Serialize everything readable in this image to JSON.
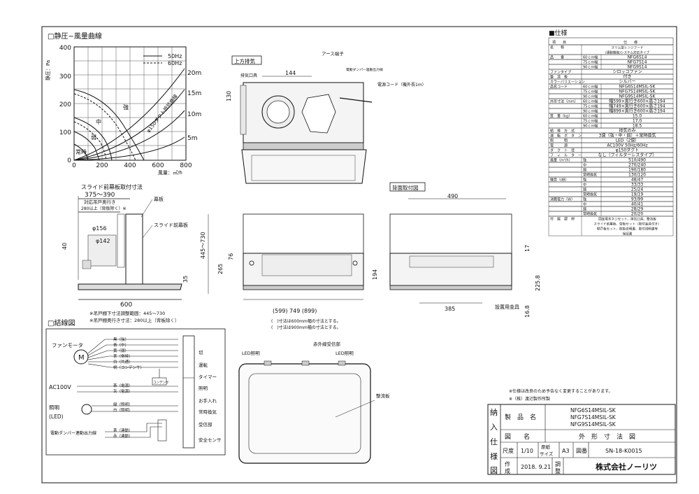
{
  "chart": {
    "title": "□静圧−風量曲線",
    "y_unit": "静圧：Pa",
    "x_unit": "風量：㎥/h",
    "y_ticks": [
      "400",
      "300",
      "200",
      "100",
      "0"
    ],
    "x_ticks": [
      "0",
      "200",
      "400",
      "600",
      "800"
    ],
    "legend": [
      "50Hz",
      "60Hz"
    ],
    "duct_label": "φ150ダクト抵抗曲線",
    "duct_lengths": [
      "20m",
      "15m",
      "10m",
      "5m"
    ],
    "mode_labels": [
      "強",
      "中",
      "弱",
      "常時"
    ]
  },
  "wiring": {
    "title": "□結線図",
    "fan_motor": "ファンモータ",
    "motor_symbol": "M",
    "motor_wires": [
      "黒（強）",
      "青（中）",
      "黄（弱）",
      "茶（常時）",
      "白（共通）",
      "桃（コンデンサ）"
    ],
    "ac_label": "AC100V",
    "ac_wires": [
      "茶（電源）",
      "灰（電源）"
    ],
    "light_label": "照明",
    "led_label": "(LED)",
    "light_wires": [
      "緑（照明）",
      "白（照明）"
    ],
    "damper_label": "電動ダンパー連動出力線",
    "damper_wires": [
      "茶（連動）",
      "赤（連動）"
    ],
    "cap_label": "コンデンサ",
    "switches": [
      "切",
      "運転",
      "タイマー",
      "照明",
      "お手入れ",
      "常時換気",
      "受信部",
      "安全センサ"
    ]
  },
  "top_view": {
    "title": "上方排気",
    "exhaust": "排気口具",
    "earth": "アース端子",
    "damper_out": "電動ダンパー連動出力線",
    "cord": "電源コード（機外長1m）",
    "dim_144": "144",
    "dim_130": "130"
  },
  "side_view": {
    "title": "スライド前幕板取付寸法",
    "dim_range": "375〜390",
    "depth_note": "対応吊戸奥行き",
    "depth_value": "280以上（背板除く）※",
    "back_panel": "幕板",
    "slide_panel": "スライド前幕板",
    "phi156": "φ156",
    "phi142": "φ142",
    "dim_40": "40",
    "dim_35": "35",
    "dim_600": "600",
    "note1": "※吊戸棚下寸法調整範囲：445〜730",
    "note2": "※吊戸棚奥行き寸法：280以上（背板除く）"
  },
  "front_view": {
    "dim_445_730": "445〜730",
    "dim_265": "265",
    "dim_76": "76",
    "dim_194": "194",
    "width_dims": "(599) 749 (899)",
    "note1": "(　)寸法は600mm幅の寸法とする。",
    "note2": "(　)寸法は900mm幅の寸法とする。"
  },
  "back_view": {
    "title": "背面取付図",
    "dim_490": "490",
    "dim_17": "17",
    "dim_225": "225.8",
    "dim_385": "385",
    "dim_168": "16.8",
    "hanger": "設置用金具"
  },
  "bottom_view": {
    "led1": "LED照明",
    "ir": "赤外線受信部",
    "led2": "LED照明",
    "filter": "整流板"
  },
  "spec": {
    "title": "■仕様",
    "header_item": "項　　目",
    "header_spec": "仕　　様",
    "rows": [
      {
        "k": "名　　称",
        "s": "",
        "v": "スリム型レンジフード\n(連動機能)システム対応タイプ"
      },
      {
        "k": "品　　番",
        "s": "60ｃｍ幅",
        "v": "NFG6S14"
      },
      {
        "k": "",
        "s": "75ｃｍ幅",
        "v": "NFG7S14"
      },
      {
        "k": "",
        "s": "90ｃｍ幅",
        "v": "NFG9S14"
      },
      {
        "k": "ファンタイプ",
        "s": "",
        "v": "シロッコファン"
      },
      {
        "k": "整　流　板",
        "s": "",
        "v": "付き"
      },
      {
        "k": "カラーバリエーション",
        "s": "",
        "v": "シルバー"
      },
      {
        "k": "品名コード",
        "s": "60ｃｍ幅",
        "v": "NFG6S14MSIL-SK"
      },
      {
        "k": "",
        "s": "75ｃｍ幅",
        "v": "NFG7S14MSIL-SK"
      },
      {
        "k": "",
        "s": "90ｃｍ幅",
        "v": "NFG9S14MSIL-SK"
      },
      {
        "k": "外形寸法（mm）",
        "s": "60ｃｍ幅",
        "v": "幅599×奥行き600×高さ194"
      },
      {
        "k": "",
        "s": "75ｃｍ幅",
        "v": "幅749×奥行き600×高さ194"
      },
      {
        "k": "",
        "s": "90ｃｍ幅",
        "v": "幅899×奥行き600×高さ194"
      },
      {
        "k": "質　量（kg）",
        "s": "60ｃｍ幅",
        "v": "15.0"
      },
      {
        "k": "",
        "s": "75ｃｍ幅",
        "v": "17.0"
      },
      {
        "k": "",
        "s": "90ｃｍ幅",
        "v": "18.5"
      },
      {
        "k": "給　排　方　式",
        "s": "",
        "v": "排気のみ"
      },
      {
        "k": "運　転　ボ　タ　ン",
        "s": "",
        "v": "3速（強・中・弱）＋常時換気"
      },
      {
        "k": "照　　　明",
        "s": "",
        "v": "LED（2個）"
      },
      {
        "k": "電　　　源",
        "s": "",
        "v": "AC100V 50Hz/60Hz"
      },
      {
        "k": "ダ　ク　ト　径",
        "s": "",
        "v": "φ150ダクト"
      },
      {
        "k": "フ　ィ　ル　タ　ー",
        "s": "",
        "v": "なし（フィルターレスタイプ）"
      },
      {
        "k": "風量（m³/h）",
        "s": "強",
        "v": "510/490"
      },
      {
        "k": "",
        "s": "中",
        "v": "270/240"
      },
      {
        "k": "",
        "s": "弱",
        "v": "190/180"
      },
      {
        "k": "",
        "s": "常時換気",
        "v": "130/120"
      },
      {
        "k": "騒音（dB）",
        "s": "強",
        "v": "48/47"
      },
      {
        "k": "",
        "s": "中",
        "v": "33/33"
      },
      {
        "k": "",
        "s": "弱",
        "v": "25/24"
      },
      {
        "k": "",
        "s": "常時換気",
        "v": "19/19"
      },
      {
        "k": "消費電力（W）",
        "s": "強",
        "v": "93/99"
      },
      {
        "k": "",
        "s": "中",
        "v": "40/41"
      },
      {
        "k": "",
        "s": "弱",
        "v": "28/29"
      },
      {
        "k": "",
        "s": "常時換気",
        "v": "20/20"
      },
      {
        "k": "付　属　部　材",
        "s": "",
        "v": "固定用木ネジセット、排気口具、整流板\nスライド前幕板、空板セット（取付金具付き）\n壁戸板セット、取扱説明書、取付説明書等\n保証書"
      }
    ],
    "note1": "※仕様は改良のため予告なく変更することがあります。",
    "note2": "※（株）渡辺製作所製"
  },
  "title_block": {
    "side": [
      "納",
      "入",
      "仕",
      "様",
      "図"
    ],
    "product_label": "製　品　名",
    "products": [
      "NFG6S14MSIL-SK",
      "NFG7S14MSIL-SK",
      "NFG9S14MSIL-SK"
    ],
    "drawing_label": "図　　名",
    "drawing_name": "外　形　寸　法　図",
    "scale_label": "尺度",
    "scale": "1/10",
    "paper_label1": "原紙",
    "paper_label2": "サイズ",
    "paper": "A3",
    "number_label": "図番",
    "number": "SN-18-K0015",
    "made_label1": "作",
    "made_label2": "成",
    "date": "2018. 9.21",
    "check_label1": "調",
    "check_label2": "整",
    "company": "株式会社ノーリツ"
  }
}
